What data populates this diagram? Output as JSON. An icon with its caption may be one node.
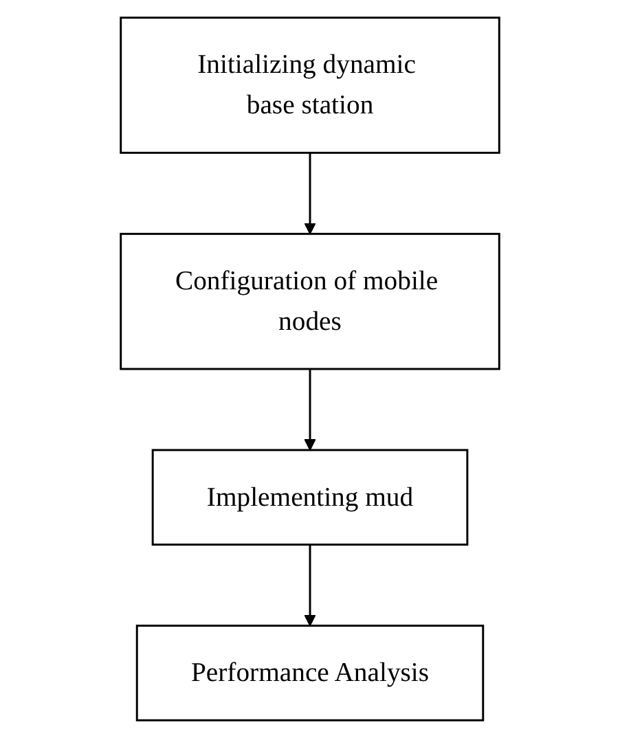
{
  "diagram": {
    "nodes": [
      {
        "text": [
          "Initializing dynamic base station"
        ]
      },
      {
        "text": [
          "Configuration of mobile nodes"
        ]
      },
      {
        "text": [
          "Implementing mud"
        ]
      },
      {
        "text": [
          "Performance Analysis"
        ]
      }
    ],
    "edges": [
      {
        "from": 0,
        "to": 1,
        "arrow": "to"
      },
      {
        "from": 1,
        "to": 2,
        "arrow": "to"
      },
      {
        "from": 2,
        "to": 3,
        "arrow": "to"
      }
    ]
  }
}
